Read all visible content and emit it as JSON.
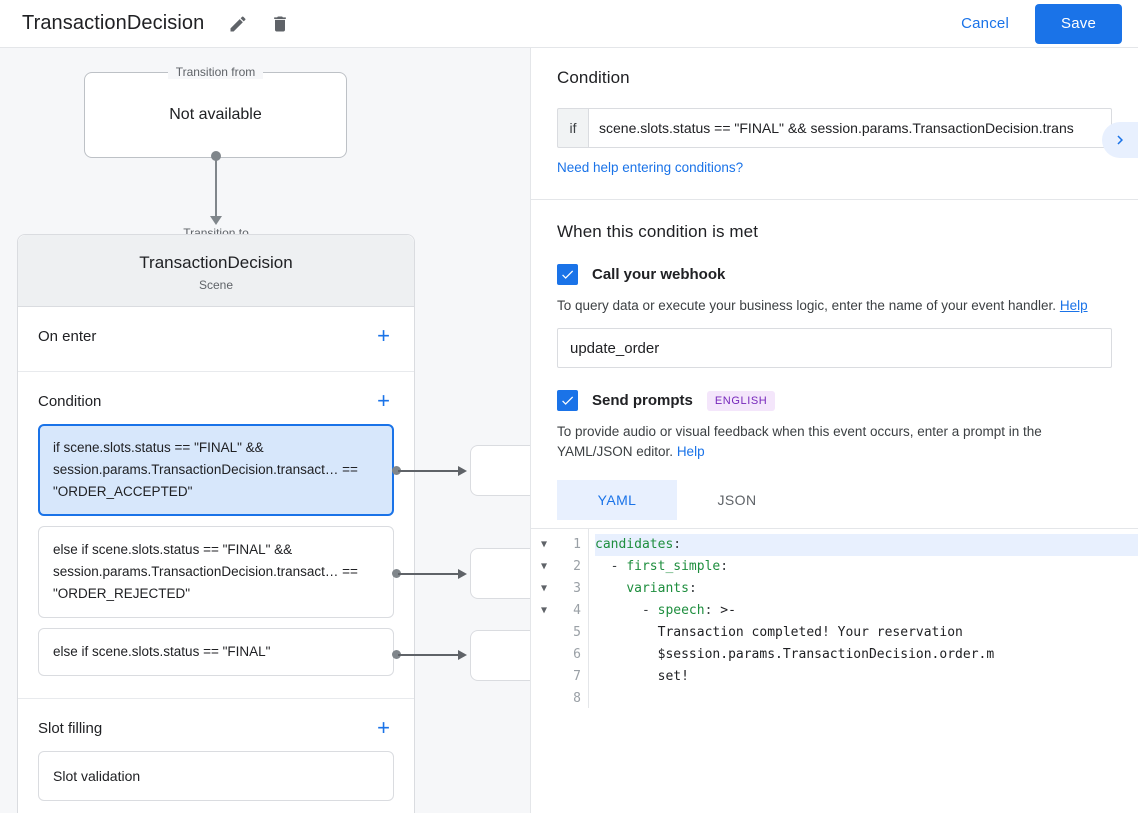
{
  "topbar": {
    "title": "TransactionDecision",
    "edit_icon": "pencil-icon",
    "delete_icon": "trash-icon",
    "cancel_label": "Cancel",
    "save_label": "Save",
    "accent_color": "#1a73e8"
  },
  "graph": {
    "transition_from": {
      "legend": "Transition from",
      "value": "Not available"
    },
    "transition_to": {
      "legend": "Transition to",
      "name": "TransactionDecision",
      "type": "Scene"
    },
    "sections": [
      {
        "title": "On enter",
        "add_label": "+"
      },
      {
        "title": "Condition",
        "add_label": "+"
      },
      {
        "title": "Slot filling",
        "add_label": "+"
      }
    ],
    "conditions": [
      {
        "text": "if scene.slots.status == \"FINAL\" && session.params.TransactionDecision.transact… == \"ORDER_ACCEPTED\"",
        "selected": true
      },
      {
        "text": "else if scene.slots.status == \"FINAL\" && session.params.TransactionDecision.transact… == \"ORDER_REJECTED\"",
        "selected": false
      },
      {
        "text": "else if scene.slots.status == \"FINAL\"",
        "selected": false
      }
    ],
    "slot_filling": [
      {
        "text": "Slot validation"
      }
    ]
  },
  "detail": {
    "condition_heading": "Condition",
    "if_prefix": "if",
    "condition_value": "scene.slots.status == \"FINAL\" && session.params.TransactionDecision.trans",
    "condition_help": "Need help entering conditions?",
    "expand_icon": "chevron-right-icon",
    "met_heading": "When this condition is met",
    "webhook": {
      "label": "Call your webhook",
      "checked": true,
      "hint": "To query data or execute your business logic, enter the name of your event handler.",
      "hint_link": "Help",
      "value": "update_order"
    },
    "prompts": {
      "label": "Send prompts",
      "checked": true,
      "badge": "ENGLISH",
      "hint": "To provide audio or visual feedback when this event occurs, enter a prompt in the YAML/JSON editor.",
      "hint_link": "Help"
    },
    "tabs": [
      {
        "label": "YAML",
        "active": true
      },
      {
        "label": "JSON",
        "active": false
      }
    ],
    "editor": {
      "line_numbers": [
        "1",
        "2",
        "3",
        "4",
        "5",
        "6",
        "7",
        "8"
      ],
      "fold_markers": [
        "▼",
        "▼",
        "▼",
        "▼"
      ],
      "lines": [
        {
          "indent": 0,
          "key": "candidates",
          "colon": ":",
          "rest": "",
          "highlight": true,
          "dash": false
        },
        {
          "indent": 2,
          "key": "first_simple",
          "colon": ":",
          "rest": "",
          "highlight": false,
          "dash": true
        },
        {
          "indent": 4,
          "key": "variants",
          "colon": ":",
          "rest": "",
          "highlight": false,
          "dash": false
        },
        {
          "indent": 6,
          "key": "speech",
          "colon": ":",
          "rest": " >-",
          "highlight": false,
          "dash": true
        },
        {
          "indent": 8,
          "key": "",
          "colon": "",
          "rest": "Transaction completed! Your reservation",
          "highlight": false,
          "dash": false
        },
        {
          "indent": 8,
          "key": "",
          "colon": "",
          "rest": "$session.params.TransactionDecision.order.m",
          "highlight": false,
          "dash": false
        },
        {
          "indent": 8,
          "key": "",
          "colon": "",
          "rest": "set!",
          "highlight": false,
          "dash": false
        },
        {
          "indent": 0,
          "key": "",
          "colon": "",
          "rest": "",
          "highlight": false,
          "dash": false
        }
      ]
    }
  }
}
